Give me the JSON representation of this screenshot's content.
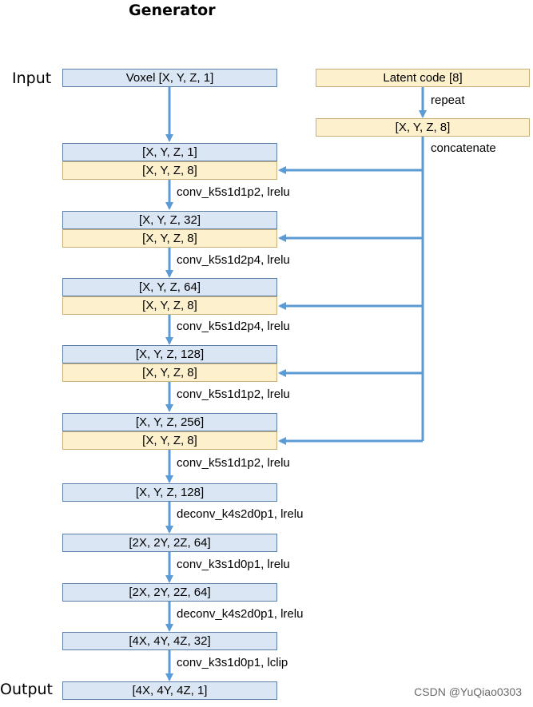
{
  "title": "Generator",
  "labels": {
    "input": "Input",
    "output": "Output"
  },
  "voxel_box": "Voxel   [X, Y, Z, 1]",
  "latent_box": "Latent code   [8]",
  "repeat_label": "repeat",
  "repeated_box": "[X, Y, Z, 8]",
  "concatenate_label": "concatenate",
  "stack": [
    {
      "top": "[X, Y, Z, 1]",
      "bottom": "[X, Y, Z, 8]",
      "op": "conv_k5s1d1p2, lrelu"
    },
    {
      "top": "[X, Y, Z, 32]",
      "bottom": "[X, Y, Z, 8]",
      "op": "conv_k5s1d2p4, lrelu"
    },
    {
      "top": "[X, Y, Z, 64]",
      "bottom": "[X, Y, Z, 8]",
      "op": "conv_k5s1d2p4, lrelu"
    },
    {
      "top": "[X, Y, Z, 128]",
      "bottom": "[X, Y, Z, 8]",
      "op": "conv_k5s1d1p2, lrelu"
    },
    {
      "top": "[X, Y, Z, 256]",
      "bottom": "[X, Y, Z, 8]",
      "op": "conv_k5s1d1p2, lrelu"
    }
  ],
  "tail": [
    {
      "box": "[X, Y, Z, 128]",
      "op": "deconv_k4s2d0p1, lrelu"
    },
    {
      "box": "[2X, 2Y, 2Z, 64]",
      "op": "conv_k3s1d0p1, lrelu"
    },
    {
      "box": "[2X, 2Y, 2Z, 64]",
      "op": "deconv_k4s2d0p1, lrelu"
    },
    {
      "box": "[4X, 4Y, 4Z, 32]",
      "op": "conv_k3s1d0p1, lclip"
    },
    {
      "box": "[4X, 4Y, 4Z, 1]",
      "op": ""
    }
  ],
  "watermark": "CSDN @YuQiao0303",
  "colors": {
    "arrow": "#5b9bd5",
    "blue_box": "#dbe6f4",
    "yellow_box": "#fdf0cc"
  }
}
